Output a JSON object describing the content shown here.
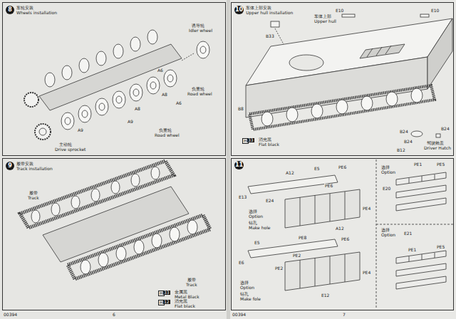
{
  "diagram": {
    "nodes": [
      {
        "text": [
          "8",
          "车轮安装",
          "Wheels installation"
        ]
      },
      {
        "text": [
          "9",
          "履带安装",
          "Track installation"
        ]
      },
      {
        "text": [
          "10",
          "车体上部安装",
          "Upper hull installation"
        ]
      },
      {
        "text": [
          "11"
        ]
      }
    ],
    "labels": [
      "诱导轮",
      "Idler wheel",
      "A6",
      "A8",
      "负重轮",
      "Road wheel",
      "A6",
      "A8",
      "A9",
      "负重轮",
      "Road wheel",
      "A9",
      "主动轮",
      "Drive sprocket",
      "履带",
      "Track",
      "履带",
      "Track",
      "H",
      "33",
      "金属黑",
      "Metal Black",
      "H",
      "12",
      "消光黑",
      "Flat black",
      "00394",
      "6",
      "00394",
      "7",
      "E10",
      "车体上部",
      "Upper hull",
      "E10",
      "B33",
      "B8",
      "H",
      "33",
      "消光黑",
      "Flat black",
      "B24",
      "B24",
      "B24",
      "B12",
      "驾驶舱盖",
      "Driver Hatch",
      "E5",
      "PE6",
      "A12",
      "PE6",
      "E13",
      "E24",
      "PE4",
      "选择",
      "Option",
      "钻孔",
      "Make hole",
      "A12",
      "E5",
      "PE8",
      "PE6",
      "E6",
      "PE2",
      "PE2",
      "PE4",
      "E12",
      "选择",
      "Option",
      "钻孔",
      "Make fole",
      "选择",
      "Option",
      "PE1",
      "PE5",
      "E20",
      "选择",
      "Option",
      "E21",
      "PE1",
      "PE5"
    ]
  }
}
